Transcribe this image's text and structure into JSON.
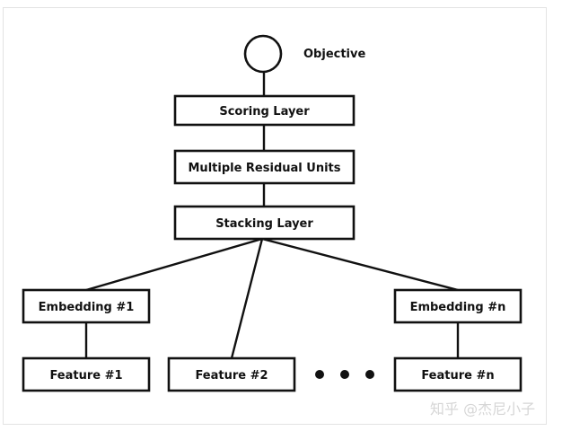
{
  "diagram": {
    "objective": "Objective",
    "scoring_layer": "Scoring Layer",
    "residual_units": "Multiple Residual Units",
    "stacking_layer": "Stacking Layer",
    "embedding_1": "Embedding #1",
    "embedding_n": "Embedding #n",
    "feature_1": "Feature #1",
    "feature_2": "Feature #2",
    "feature_n": "Feature #n"
  },
  "watermark": {
    "text": "知乎 @杰尼小子"
  }
}
